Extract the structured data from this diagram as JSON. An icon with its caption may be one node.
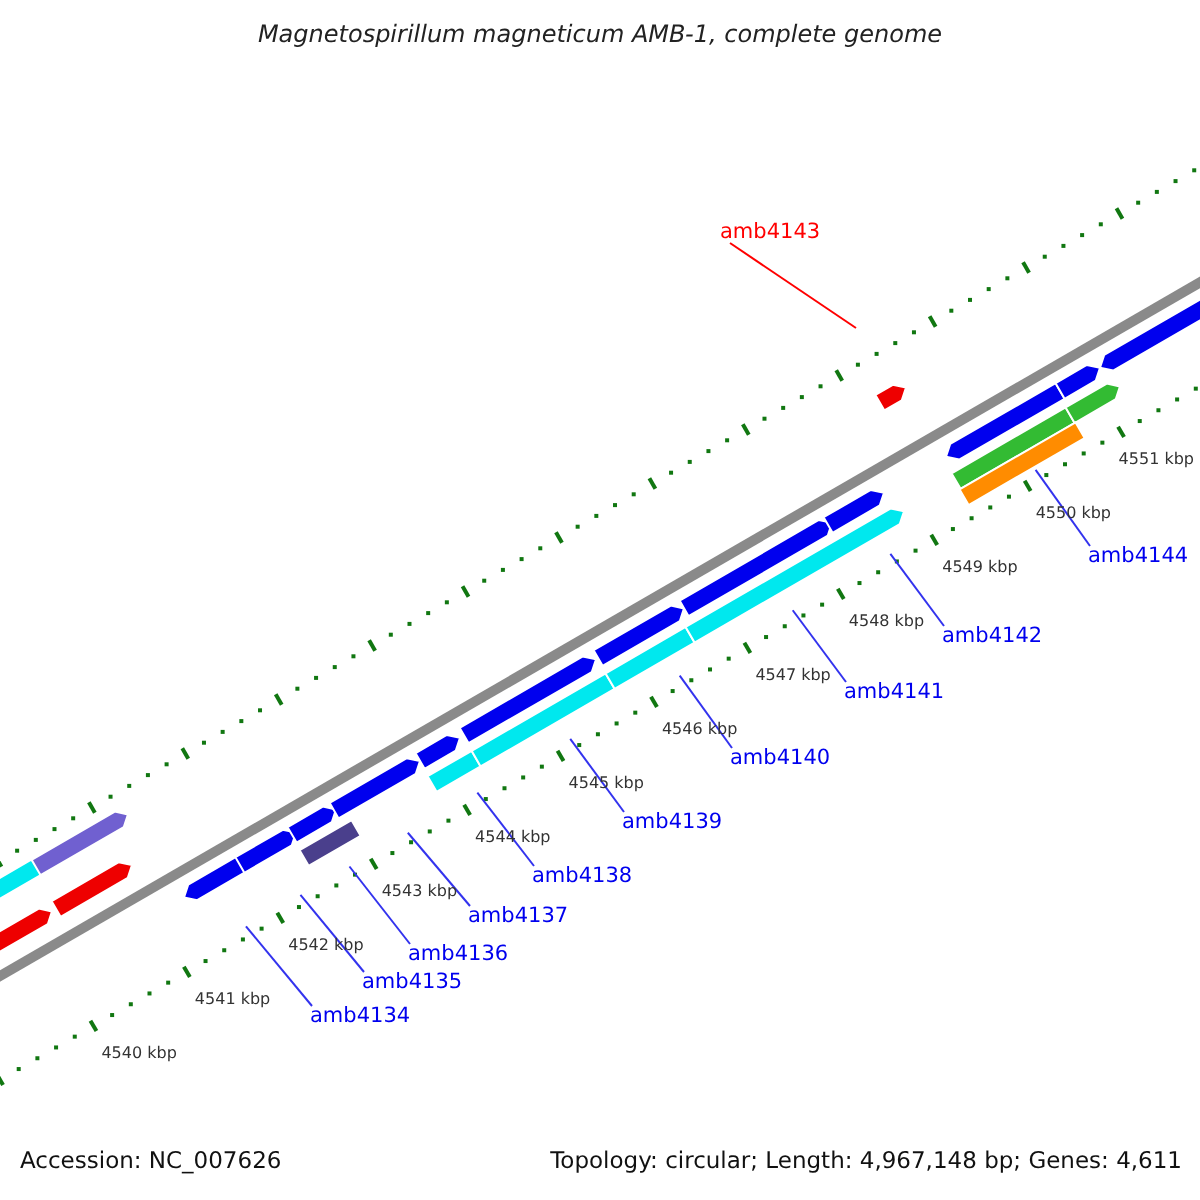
{
  "diagram": {
    "title": "Magnetospirillum magneticum AMB-1, complete genome",
    "nodes": [
      {
        "text": [
          "amb4134"
        ]
      },
      {
        "text": [
          "amb4135"
        ]
      },
      {
        "text": [
          "amb4136"
        ]
      },
      {
        "text": [
          "amb4137"
        ]
      },
      {
        "text": [
          "amb4138"
        ]
      },
      {
        "text": [
          "amb4139"
        ]
      },
      {
        "text": [
          "amb4140"
        ]
      },
      {
        "text": [
          "amb4141"
        ]
      },
      {
        "text": [
          "amb4142"
        ]
      },
      {
        "text": [
          "amb4143"
        ]
      },
      {
        "text": [
          "amb4144"
        ]
      }
    ],
    "edges": [
      {
        "from": 0,
        "to": null,
        "arrow": "none"
      },
      {
        "from": 1,
        "to": null,
        "arrow": "none"
      },
      {
        "from": 2,
        "to": null,
        "arrow": "none"
      },
      {
        "from": 3,
        "to": null,
        "arrow": "none"
      },
      {
        "from": 4,
        "to": null,
        "arrow": "none"
      },
      {
        "from": 5,
        "to": null,
        "arrow": "none"
      },
      {
        "from": 6,
        "to": null,
        "arrow": "none"
      },
      {
        "from": 7,
        "to": null,
        "arrow": "none"
      },
      {
        "from": 8,
        "to": null,
        "arrow": "none"
      },
      {
        "from": 9,
        "to": null,
        "arrow": "none",
        "color": "#ff0000"
      },
      {
        "from": 10,
        "to": null,
        "arrow": "none"
      }
    ],
    "labels": [
      "4540 kbp",
      "4541 kbp",
      "4542 kbp",
      "4543 kbp",
      "4544 kbp",
      "4545 kbp",
      "4546 kbp",
      "4547 kbp",
      "4548 kbp",
      "4549 kbp",
      "4550 kbp",
      "4551 kbp",
      "Accession: NC_007626",
      "Topology: circular; Length: 4,967,148 bp; Genes: 4,611"
    ]
  }
}
